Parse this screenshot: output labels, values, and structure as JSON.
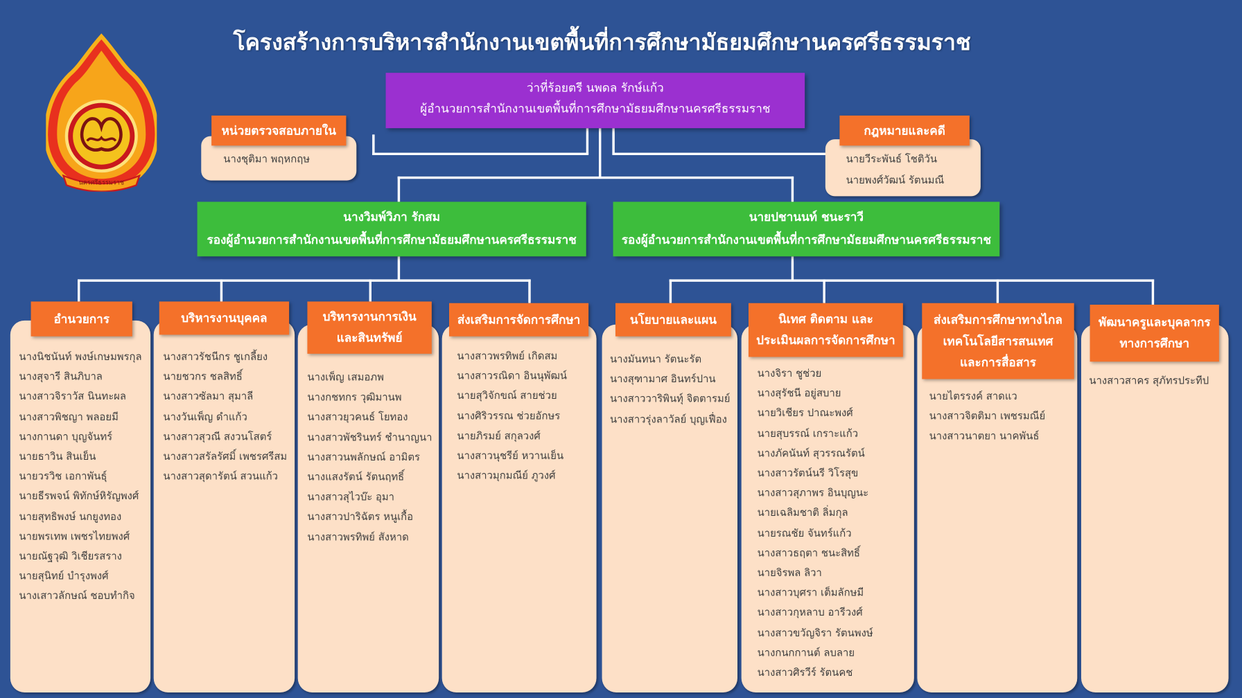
{
  "title": "โครงสร้างการบริหารสำนักงานเขตพื้นที่การศึกษามัธยมศึกษานครศรีธรรมราช",
  "logo": {
    "text": "นครศรีธรรมราช",
    "icon": "school-emblem-icon"
  },
  "director": {
    "name": "ว่าที่ร้อยตรี นพดล รักษ์แก้ว",
    "position": "ผู้อำนวยการสำนักงานเขตพื้นที่การศึกษามัธยมศึกษานครศรีธรรมราช"
  },
  "audit_unit": {
    "label": "หน่วยตรวจสอบภายใน",
    "members": [
      "นางชุติมา พฤหกฤษ"
    ]
  },
  "legal_unit": {
    "label": "กฎหมายและคดี",
    "members": [
      "นายวีระพันธ์ โชติวัน",
      "นายพงศ์วัฒน์ รัตนมณี"
    ]
  },
  "deputies": [
    {
      "name": "นางวิมพ์วิภา รักสม",
      "position": "รองผู้อำนวยการสำนักงานเขตพื้นที่การศึกษามัธยมศึกษานครศรีธรรมราช"
    },
    {
      "name": "นายปชานนท์ ชนะราวี",
      "position": "รองผู้อำนวยการสำนักงานเขตพื้นที่การศึกษามัธยมศึกษานครศรีธรรมราช"
    }
  ],
  "groups": [
    {
      "label": [
        "อำนวยการ"
      ],
      "members": [
        "นางนิชนันท์ พงษ์เกษมพรกุล",
        "นางสุจารี สินภิบาล",
        "นางสาวจิราวัส นินทะผล",
        "นางสาวพิชญา พลอยมี",
        "นางกานดา บุญจันทร์",
        "นายธาวิน สินเย็น",
        "นายวรวิช เอกาพันธุ์",
        "นายธีรพจน์ พิทักษ์หิรัญพงศ์",
        "นายสุทธิพงษ์ นกยูงทอง",
        "นายพรเทพ เพชรไทยพงศ์",
        "นายณัฐวุฒิ วิเชียรสราง",
        "นายสุนิทย์ บำรุงพงศ์",
        "นางเสาวลักษณ์ ชอบทำกิจ"
      ]
    },
    {
      "label": [
        "บริหารงานบุคคล"
      ],
      "members": [
        "นางสาวรัชนีกร ชูเกลี้ยง",
        "นายชวกร ชลสิทธิ์",
        "นางสาวซัลมา สุมาลี",
        "นางวันเพ็ญ ดำแก้ว",
        "นางสาวสุวณี สงวนโสตร์",
        "นางสาวสรัลรัศมิ์ เพชรศรีสม",
        "นางสาวสุดารัตน์ สวนแก้ว"
      ]
    },
    {
      "label": [
        "บริหารงานการเงิน",
        "และสินทรัพย์"
      ],
      "members": [
        "นางเพ็ญ เสมอภพ",
        "นางกชทกร วุฒิมานพ",
        "นางสาวยุวคนธ์ โยทอง",
        "นางสาวพัชรินทร์ ชำนาญนา",
        "นางสาวนพลักษณ์ อามิตร",
        "นางแสงรัตน์ รัตนฤทธิ์",
        "นางสาวสุไวบ๊ะ อุมา",
        "นางสาวปาริฉัตร หนูเกื้อ",
        "นางสาวพรทิพย์ สังหาด"
      ]
    },
    {
      "label": [
        "ส่งเสริมการจัดการศึกษา"
      ],
      "members": [
        "นางสาวพรทิพย์ เกิดสม",
        "นางสาวรณิดา อินนุพัฒน์",
        "นายสุวิจักขณ์ สายช่วย",
        "นางศิริวรรณ ช่วยอักษร",
        "นายภิรมย์ สกุลวงศ์",
        "นางสาวนุชรีย์ หวานเย็น",
        "นางสาวมุกมณีย์ ภูวงศ์"
      ]
    },
    {
      "label": [
        "นโยบายและแผน"
      ],
      "members": [
        "นางมันทนา รัตนะรัต",
        "นางสุฑามาศ อินทร์ปาน",
        "นางสาววาริพินทุ์ จิตตารมย์",
        "นางสาวรุ่งลาวัลย์ บุญเฟื่อง"
      ]
    },
    {
      "label": [
        "นิเทศ ติดตาม และ",
        "ประเมินผลการจัดการศึกษา"
      ],
      "members": [
        "นางจิรา ชูช่วย",
        "นางสุรัชนี อยู่สบาย",
        "นายวิเชียร ปาณะพงศ์",
        "นายสุบรรณ์ เกราะแก้ว",
        "นางภัคนันท์ สุวรรณรัตน์",
        "นางสาวรัตน์นรี วิโรสุข",
        "นางสาวสุภาพร อินบุญนะ",
        "นายเฉลิมชาติ ลิ่มกุล",
        "นายรณชัย จันทร์แก้ว",
        "นางสาวธฤตา ชนะสิทธิ์",
        "นายจิรพล ลิวา",
        "นางสาวบุศรา เต็มลักษมี",
        "นางสาวกุหลาบ อารีวงศ์",
        "นางสาวขวัญจิรา รัตนพงษ์",
        "นางกนกกานต์ ลบลาย",
        "นางสาวศิรวีร์ รัตนคช"
      ]
    },
    {
      "label": [
        "ส่งเสริมการศึกษาทางไกล",
        "เทคโนโลยีสารสนเทศ",
        "และการสื่อสาร"
      ],
      "members": [
        "นายไตรรงค์ สาดแว",
        "นางสาวจิตติมา เพชรมณีย์",
        "นางสาวนาตยา นาคพันธ์"
      ]
    },
    {
      "label": [
        "พัฒนาครูและบุคลากร",
        "ทางการศึกษา"
      ],
      "members": [
        "นางสาวสาคร สุภัทรประทีป"
      ]
    }
  ]
}
